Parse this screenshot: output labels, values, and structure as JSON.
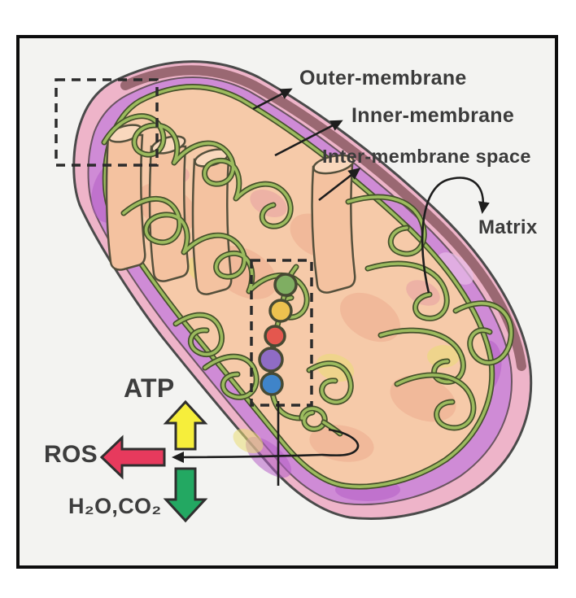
{
  "figure": {
    "title": "Mitochondrion structure diagram",
    "labels": {
      "outer_membrane": "Outer-membrane",
      "inner_membrane": "Inner-membrane",
      "intermembrane_space": "Inter-membrane space",
      "matrix": "Matrix"
    },
    "outputs": {
      "atp": "ATP",
      "ros": "ROS",
      "h2o_co2": "H₂O,CO₂"
    },
    "colors": {
      "atp_arrow": "#f6ee3b",
      "ros_arrow": "#e73a5d",
      "h2o_co2_arrow": "#23a862",
      "outer_membrane_band": "#9a6872",
      "intermembrane_purple": "#cf8bd6",
      "inner_membrane_green": "#9cbb5e",
      "matrix_peach": "#f6caa9",
      "body_pink": "#eeb4c9",
      "annotation_black": "#1d1d1d",
      "label_text": "#3b3b3b"
    },
    "etc_complexes": [
      {
        "name": "complex-dot-1",
        "color": "#7fae62"
      },
      {
        "name": "complex-dot-2",
        "color": "#ecc14f"
      },
      {
        "name": "complex-dot-3",
        "color": "#e4574e"
      },
      {
        "name": "complex-dot-4",
        "color": "#8f6cc5"
      },
      {
        "name": "complex-dot-5",
        "color": "#3f84c9"
      }
    ]
  }
}
